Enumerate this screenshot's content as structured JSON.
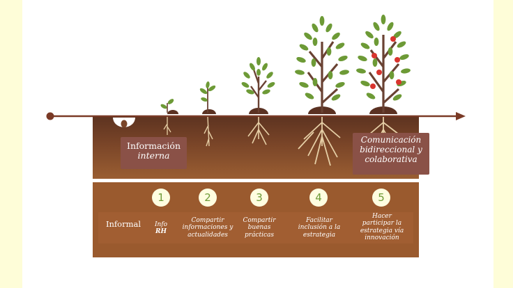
{
  "stage_top": {
    "internal_line1": "Información",
    "internal_line2": "interna",
    "bidir_line1": "Comunicación",
    "bidir_line2": "bidireccional y",
    "bidir_line3": "colaborativa"
  },
  "steps_row": {
    "informal": "Informal",
    "steps": [
      {
        "number": "1",
        "line1": "Info",
        "line2": "RH",
        "line3": "",
        "line4": ""
      },
      {
        "number": "2",
        "line1": "Compartir",
        "line2": "informaciones y",
        "line3": "actualidades",
        "line4": ""
      },
      {
        "number": "3",
        "line1": "Compartir",
        "line2": "buenas",
        "line3": "prácticas",
        "line4": ""
      },
      {
        "number": "4",
        "line1": "Facilitar",
        "line2": "inclusión a la",
        "line3": "estrategia",
        "line4": ""
      },
      {
        "number": "5",
        "line1": "Hacer",
        "line2": "participar la",
        "line3": "estrategia vía",
        "line4": "innovación"
      }
    ]
  },
  "colors": {
    "soil_dark": "#6e3e24",
    "soil": "#8e552e",
    "step_band": "#9a5a2e",
    "label_box": "#8a5147",
    "leaf": "#6d9a36",
    "trunk": "#6a4233",
    "apple": "#d9342e",
    "arrow": "#7a3a26",
    "page_bg": "#fefdd8"
  },
  "icons": [
    "egg-seed-icon",
    "sprout-icon",
    "small-tree-icon",
    "tree-icon",
    "fruit-tree-icon",
    "timeline-arrow-icon"
  ]
}
